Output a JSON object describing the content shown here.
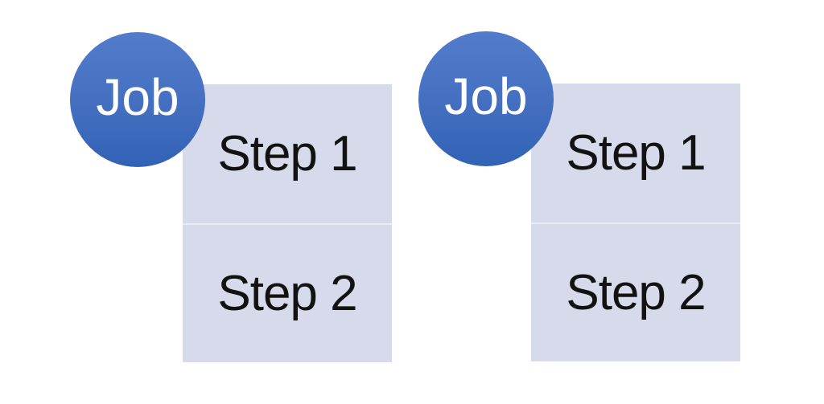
{
  "diagram": {
    "title": "job-steps-diagram",
    "background_color": "#ffffff",
    "colors": {
      "circle_gradient_top": "#527ccb",
      "circle_gradient_bottom": "#3162b5",
      "rect_fill": "#d7daeb",
      "divider": "#e9ecf5",
      "step_text": "#121212",
      "job_text": "#ffffff"
    },
    "groups": [
      {
        "job_label": "Job",
        "steps": [
          {
            "label": "Step 1"
          },
          {
            "label": "Step 2"
          }
        ]
      },
      {
        "job_label": "Job",
        "steps": [
          {
            "label": "Step 1"
          },
          {
            "label": "Step 2"
          }
        ]
      }
    ]
  }
}
